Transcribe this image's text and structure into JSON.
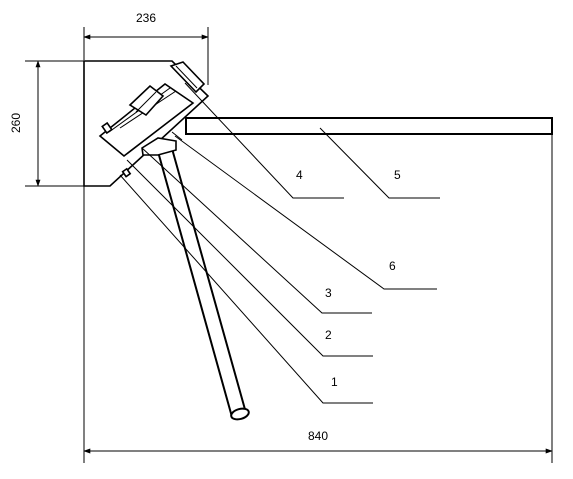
{
  "dimensions": {
    "width": "236",
    "height": "260",
    "length": "840"
  },
  "callouts": [
    "1",
    "2",
    "3",
    "4",
    "5",
    "6"
  ]
}
